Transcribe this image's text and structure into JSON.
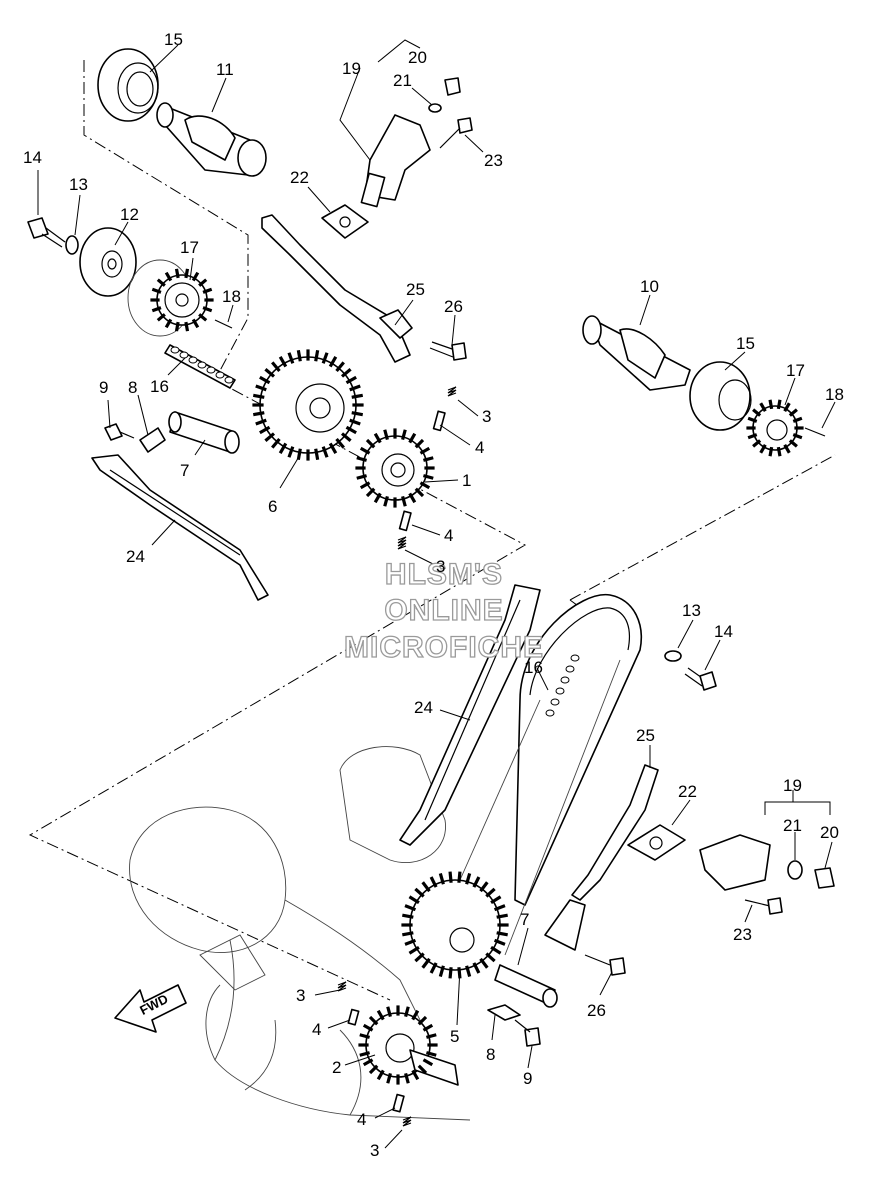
{
  "watermark": [
    "HLSM'S",
    "ONLINE",
    "MICROFICHE"
  ],
  "fwd_label": "FWD",
  "callouts": {
    "c1": "1",
    "c2": "2",
    "c3a": "3",
    "c3b": "3",
    "c3c": "3",
    "c3d": "3",
    "c4a": "4",
    "c4b": "4",
    "c4c": "4",
    "c4d": "4",
    "c5": "5",
    "c6": "6",
    "c7a": "7",
    "c7b": "7",
    "c8a": "8",
    "c8b": "8",
    "c9a": "9",
    "c9b": "9",
    "c10": "10",
    "c11": "11",
    "c12": "12",
    "c13a": "13",
    "c13b": "13",
    "c14a": "14",
    "c14b": "14",
    "c15a": "15",
    "c15b": "15",
    "c16a": "16",
    "c16b": "16",
    "c17a": "17",
    "c17b": "17",
    "c18a": "18",
    "c18b": "18",
    "c19a": "19",
    "c19b": "19",
    "c20a": "20",
    "c20b": "20",
    "c21a": "21",
    "c21b": "21",
    "c22a": "22",
    "c22b": "22",
    "c23a": "23",
    "c23b": "23",
    "c24a": "24",
    "c24b": "24",
    "c25a": "25",
    "c25b": "25",
    "c26a": "26",
    "c26b": "26"
  }
}
